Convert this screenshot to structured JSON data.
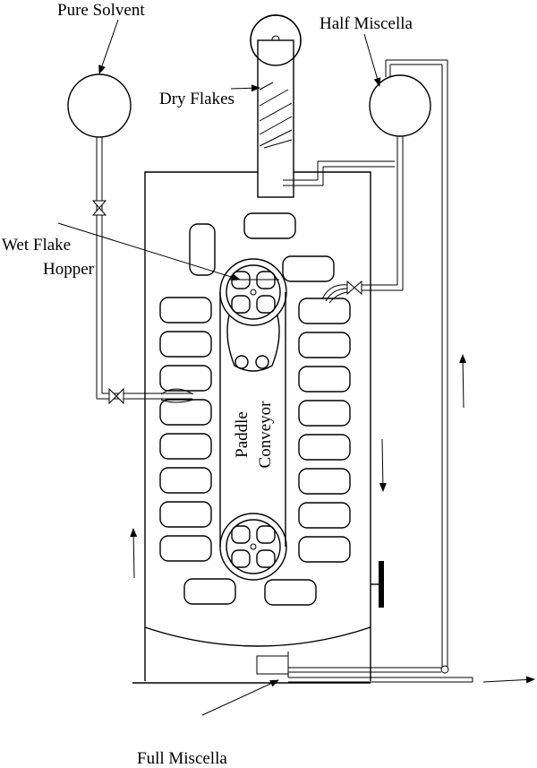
{
  "labels": {
    "pure_solvent": "Pure Solvent",
    "half_miscella": "Half Miscella",
    "dry_flakes": "Dry Flakes",
    "wet_flake_line1": "Wet Flake",
    "wet_flake_line2": "Hopper",
    "paddle": "Paddle",
    "conveyor": "Conveyor",
    "full_miscella": "Full Miscella"
  }
}
